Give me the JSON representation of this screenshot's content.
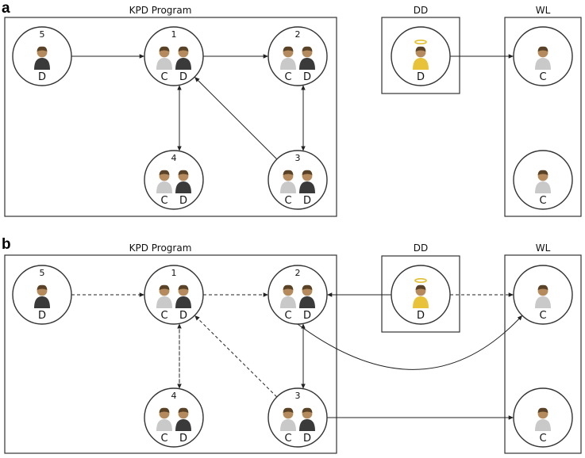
{
  "panels": [
    {
      "letter": "a",
      "boxes": {
        "kpd": "KPD Program",
        "dd": "DD",
        "wl": "WL"
      },
      "nodes": [
        {
          "id": "5",
          "label": "5",
          "people": [
            {
              "role": "D",
              "type": "donor"
            }
          ]
        },
        {
          "id": "1",
          "label": "1",
          "people": [
            {
              "role": "C",
              "type": "candidate"
            },
            {
              "role": "D",
              "type": "donor"
            }
          ]
        },
        {
          "id": "2",
          "label": "2",
          "people": [
            {
              "role": "C",
              "type": "candidate"
            },
            {
              "role": "D",
              "type": "donor"
            }
          ]
        },
        {
          "id": "4",
          "label": "4",
          "people": [
            {
              "role": "C",
              "type": "candidate"
            },
            {
              "role": "D",
              "type": "donor"
            }
          ]
        },
        {
          "id": "3",
          "label": "3",
          "people": [
            {
              "role": "C",
              "type": "candidate"
            },
            {
              "role": "D",
              "type": "donor"
            }
          ]
        },
        {
          "id": "dd",
          "label": "",
          "people": [
            {
              "role": "D",
              "type": "deceased"
            }
          ]
        },
        {
          "id": "wl1",
          "label": "",
          "people": [
            {
              "role": "C",
              "type": "candidate"
            }
          ]
        },
        {
          "id": "wl2",
          "label": "",
          "people": [
            {
              "role": "C",
              "type": "candidate"
            }
          ]
        }
      ],
      "edges": [
        {
          "from": "5",
          "to": "1",
          "style": "solid"
        },
        {
          "from": "1",
          "to": "2",
          "style": "solid"
        },
        {
          "from": "1",
          "to": "4",
          "style": "solid"
        },
        {
          "from": "4",
          "to": "1",
          "style": "solid"
        },
        {
          "from": "2",
          "to": "3",
          "style": "solid"
        },
        {
          "from": "3",
          "to": "2",
          "style": "solid"
        },
        {
          "from": "3",
          "to": "1",
          "style": "solid"
        },
        {
          "from": "dd",
          "to": "wl1",
          "style": "solid"
        }
      ]
    },
    {
      "letter": "b",
      "boxes": {
        "kpd": "KPD Program",
        "dd": "DD",
        "wl": "WL"
      },
      "nodes": [
        {
          "id": "5",
          "label": "5",
          "people": [
            {
              "role": "D",
              "type": "donor"
            }
          ]
        },
        {
          "id": "1",
          "label": "1",
          "people": [
            {
              "role": "C",
              "type": "candidate"
            },
            {
              "role": "D",
              "type": "donor"
            }
          ]
        },
        {
          "id": "2",
          "label": "2",
          "people": [
            {
              "role": "C",
              "type": "candidate"
            },
            {
              "role": "D",
              "type": "donor"
            }
          ]
        },
        {
          "id": "4",
          "label": "4",
          "people": [
            {
              "role": "C",
              "type": "candidate"
            },
            {
              "role": "D",
              "type": "donor"
            }
          ]
        },
        {
          "id": "3",
          "label": "3",
          "people": [
            {
              "role": "C",
              "type": "candidate"
            },
            {
              "role": "D",
              "type": "donor"
            }
          ]
        },
        {
          "id": "dd",
          "label": "",
          "people": [
            {
              "role": "D",
              "type": "deceased"
            }
          ]
        },
        {
          "id": "wl1",
          "label": "",
          "people": [
            {
              "role": "C",
              "type": "candidate"
            }
          ]
        },
        {
          "id": "wl2",
          "label": "",
          "people": [
            {
              "role": "C",
              "type": "candidate"
            }
          ]
        }
      ],
      "edges": [
        {
          "from": "5",
          "to": "1",
          "style": "dashed"
        },
        {
          "from": "1",
          "to": "2",
          "style": "dashed"
        },
        {
          "from": "1",
          "to": "4",
          "style": "dashed"
        },
        {
          "from": "4",
          "to": "1",
          "style": "dashed"
        },
        {
          "from": "2",
          "to": "3",
          "style": "solid"
        },
        {
          "from": "3",
          "to": "2",
          "style": "dashed"
        },
        {
          "from": "3",
          "to": "1",
          "style": "dashed"
        },
        {
          "from": "dd",
          "to": "2",
          "style": "solid"
        },
        {
          "from": "dd",
          "to": "wl1",
          "style": "dashed"
        },
        {
          "from": "2",
          "to": "wl1",
          "style": "solid"
        },
        {
          "from": "3",
          "to": "wl2",
          "style": "solid"
        }
      ]
    }
  ],
  "colors": {
    "candidate_body": "#c9c9c9",
    "donor_body": "#3a3a3a",
    "deceased_body": "#e8c33a",
    "skin": "#b58a5c",
    "hair": "#5a4226",
    "halo": "#e3bf2e"
  }
}
